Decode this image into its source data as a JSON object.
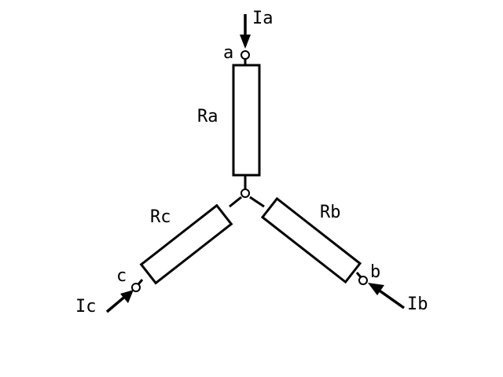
{
  "diagram": {
    "nodes": {
      "a": "a",
      "b": "b",
      "c": "c"
    },
    "resistors": {
      "ra": "Ra",
      "rb": "Rb",
      "rc": "Rc"
    },
    "currents": {
      "ia": "Ia",
      "ib": "Ib",
      "ic": "Ic"
    },
    "colors": {
      "stroke": "#000000",
      "background": "#ffffff"
    }
  }
}
